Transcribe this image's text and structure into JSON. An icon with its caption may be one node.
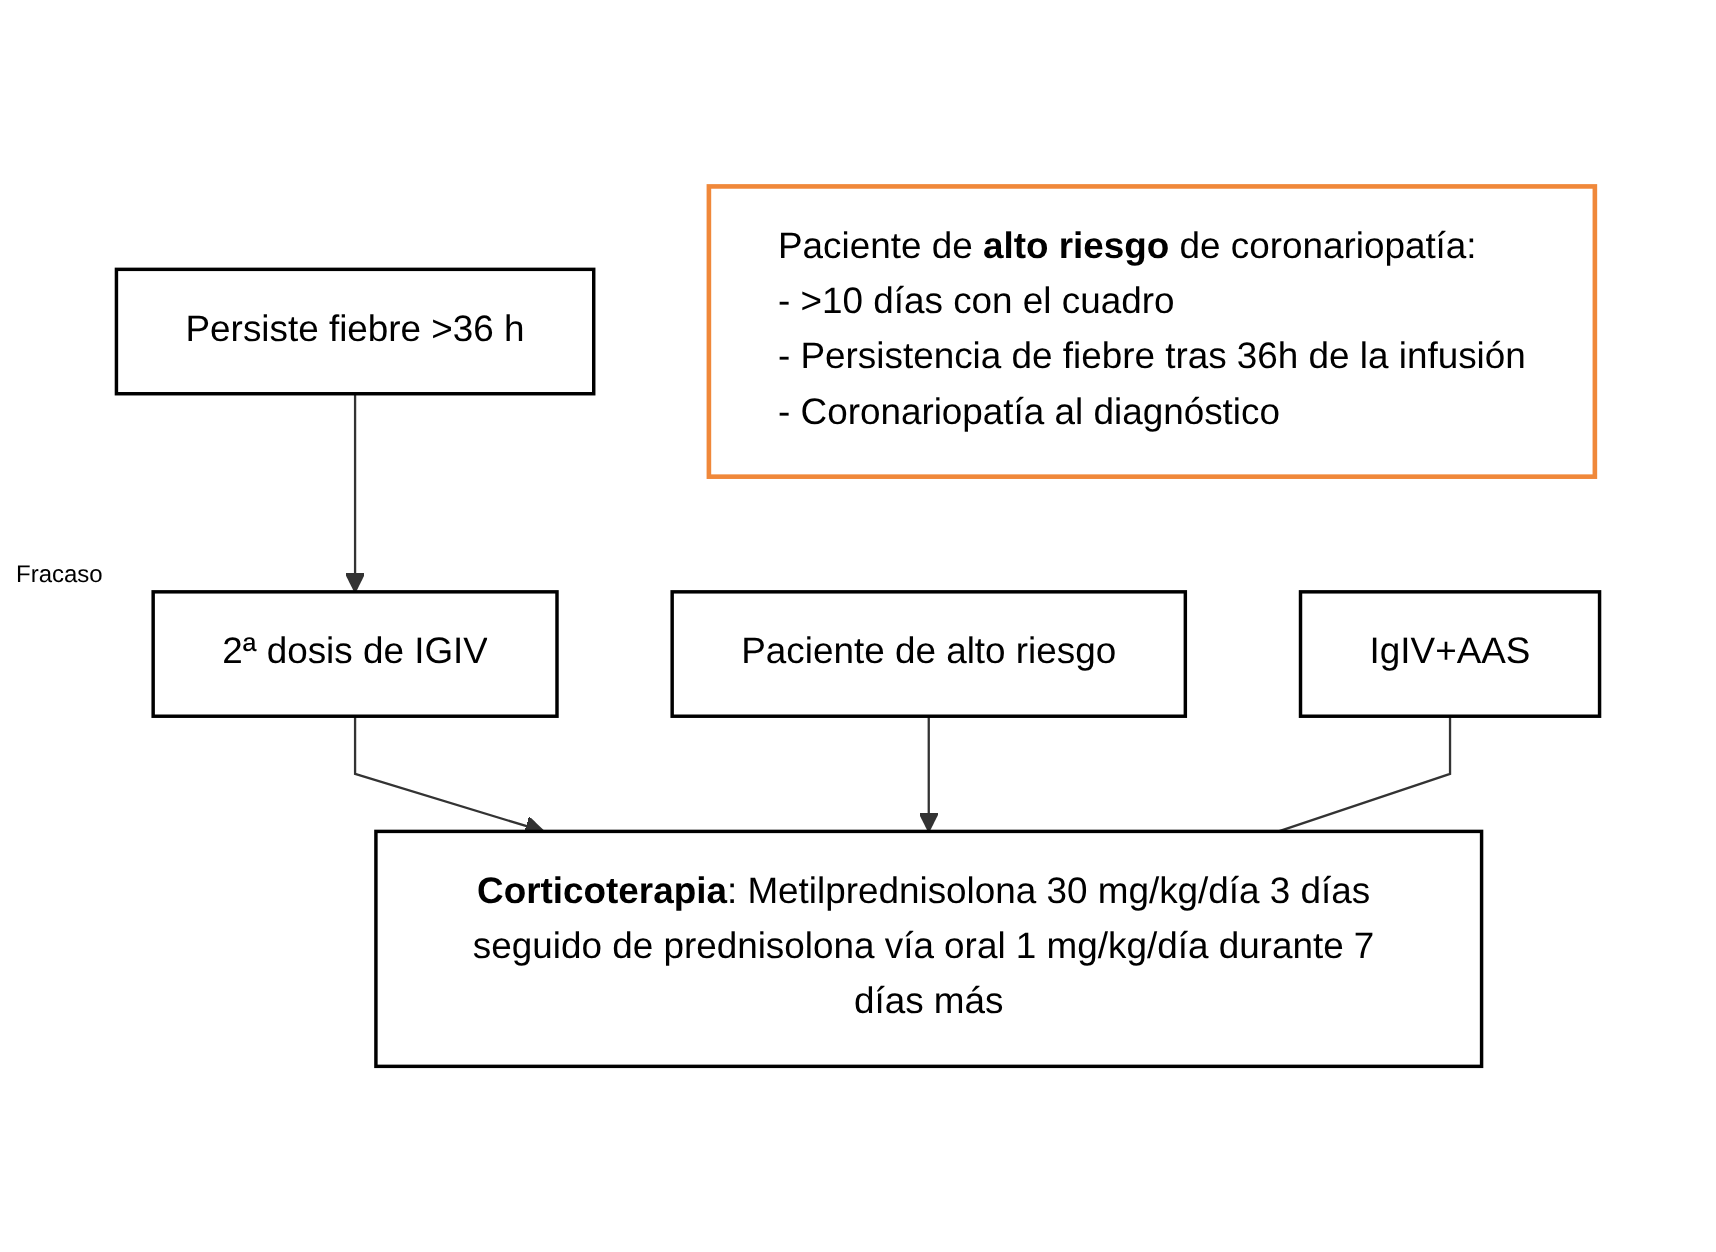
{
  "diagram": {
    "nodes": [
      {
        "text": [
          "Persiste fiebre >36 h"
        ]
      },
      {
        "text": [
          "Paciente de alto riesgo"
        ]
      },
      {
        "text": [
          "2ª dosis de IGIV"
        ]
      },
      {
        "text": [
          "IgIV+AAS"
        ]
      },
      {
        "text": [
          "**Corticoterapia**: Metilprednisolona 30 mg/kg/día 3 días seguido de prednisolona vía oral 1 mg/kg/día durante 7 días más"
        ]
      },
      {
        "text": [
          "Paciente de **alto riesgo** de coronariopatía:",
          "- >10 días con el cuadro",
          "- Persistencia de fiebre tras 36h de la infusión",
          "- Coronariopatía al diagnóstico"
        ]
      }
    ],
    "edges": [
      {
        "from": 0,
        "to": 2,
        "arrow": "to"
      },
      {
        "from": 2,
        "to": 4,
        "arrow": "to"
      },
      {
        "from": 1,
        "to": 4,
        "arrow": "to"
      },
      {
        "from": 3,
        "to": 4,
        "arrow": "none"
      }
    ],
    "labels": [
      "Fracaso"
    ]
  }
}
